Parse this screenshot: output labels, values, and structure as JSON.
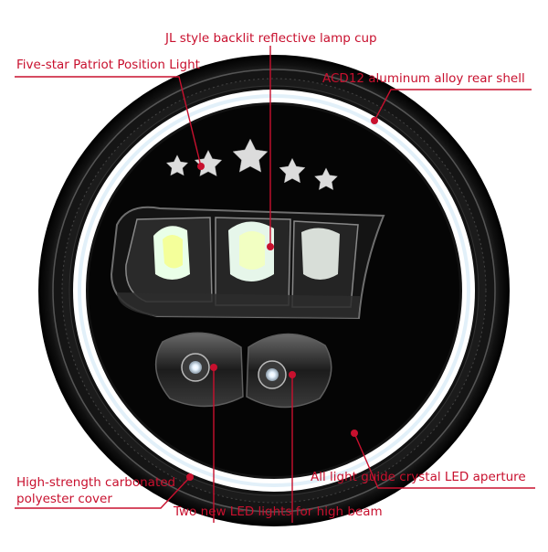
{
  "labels": {
    "reflective_cup": "JL style backlit reflective lamp cup",
    "position_light": "Five-star Patriot Position Light",
    "rear_shell": "ACD12 aluminum alloy rear shell",
    "cover_line1": "High-strength carbonated",
    "cover_line2": "polyester cover",
    "light_guide": "All light guide crystal LED aperture",
    "high_beam": "Two new LED lights for high beam"
  },
  "colors": {
    "callout": "#c8102e",
    "lamp_rim": "#0c0c0c",
    "halo": "#ffffff",
    "face": "#050505"
  },
  "icons": {
    "stars": "five-star-patriot-icon",
    "leds": "led-emitter-icon"
  }
}
